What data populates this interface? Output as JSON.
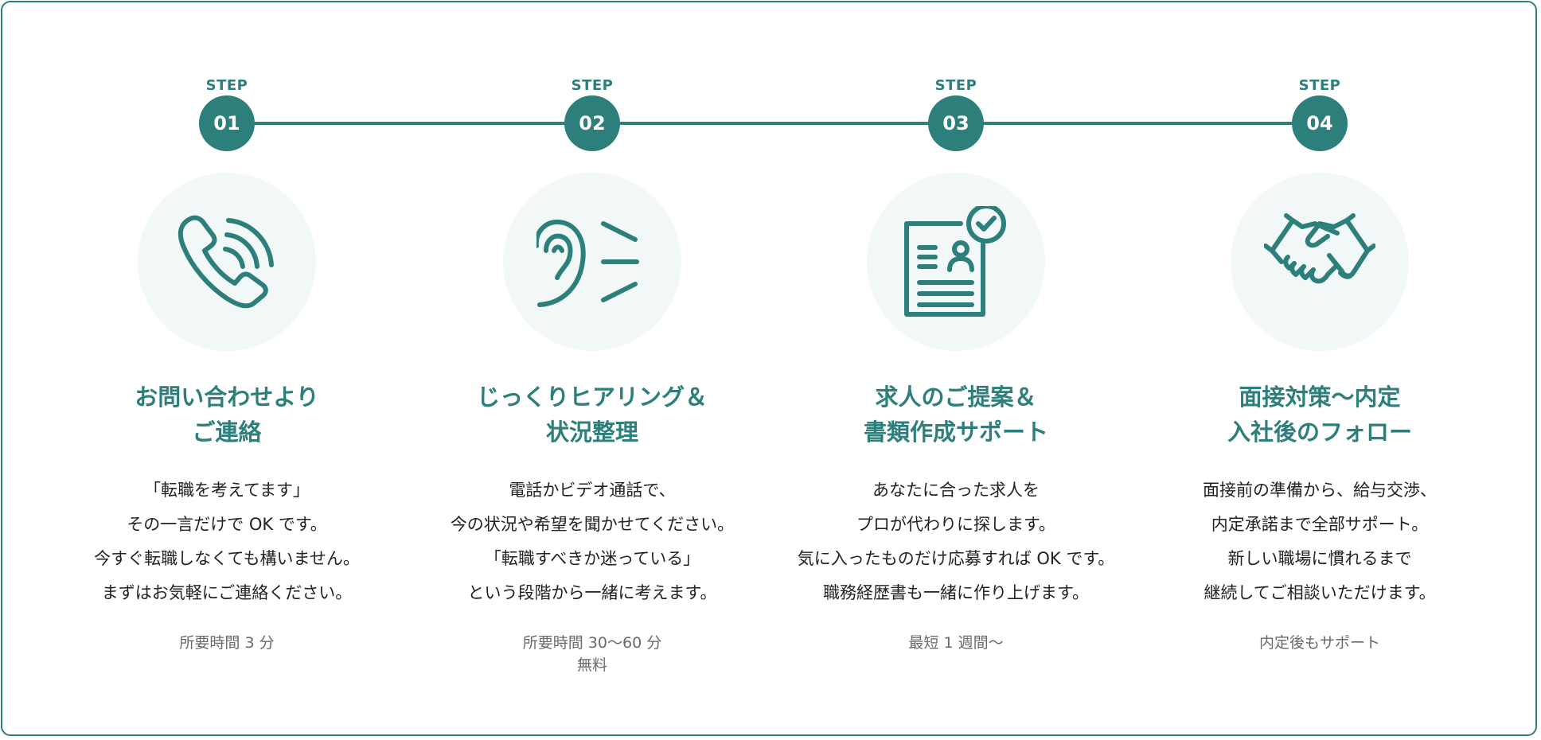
{
  "steps": [
    {
      "label": "STEP",
      "number": "01",
      "icon": "phone-icon",
      "title": [
        "お問い合わせより",
        "ご連絡"
      ],
      "desc": [
        "「転職を考えてます」",
        "その一言だけで OK です。",
        "今すぐ転職しなくても構いません。",
        "まずはお気軽にご連絡ください。"
      ],
      "note": [
        "所要時間 3 分"
      ]
    },
    {
      "label": "STEP",
      "number": "02",
      "icon": "ear-icon",
      "title": [
        "じっくりヒアリング＆",
        "状況整理"
      ],
      "desc": [
        "電話かビデオ通話で、",
        "今の状況や希望を聞かせてください。",
        "「転職すべきか迷っている」",
        "という段階から一緒に考えます。"
      ],
      "note": [
        "所要時間 30〜60 分",
        "無料"
      ]
    },
    {
      "label": "STEP",
      "number": "03",
      "icon": "resume-check-icon",
      "title": [
        "求人のご提案＆",
        "書類作成サポート"
      ],
      "desc": [
        "あなたに合った求人を",
        "プロが代わりに探します。",
        "気に入ったものだけ応募すれば OK です。",
        "職務経歴書も一緒に作り上げます。"
      ],
      "note": [
        "最短 1 週間〜"
      ]
    },
    {
      "label": "STEP",
      "number": "04",
      "icon": "handshake-icon",
      "title": [
        "面接対策〜内定",
        "入社後のフォロー"
      ],
      "desc": [
        "面接前の準備から、給与交渉、",
        "内定承諾まで全部サポート。",
        "新しい職場に慣れるまで",
        "継続してご相談いただけます。"
      ],
      "note": [
        "内定後もサポート"
      ]
    }
  ],
  "colors": {
    "accent": "#2c7f7a",
    "icon_bg": "#f2f7f7",
    "note": "#6a6a6a"
  }
}
